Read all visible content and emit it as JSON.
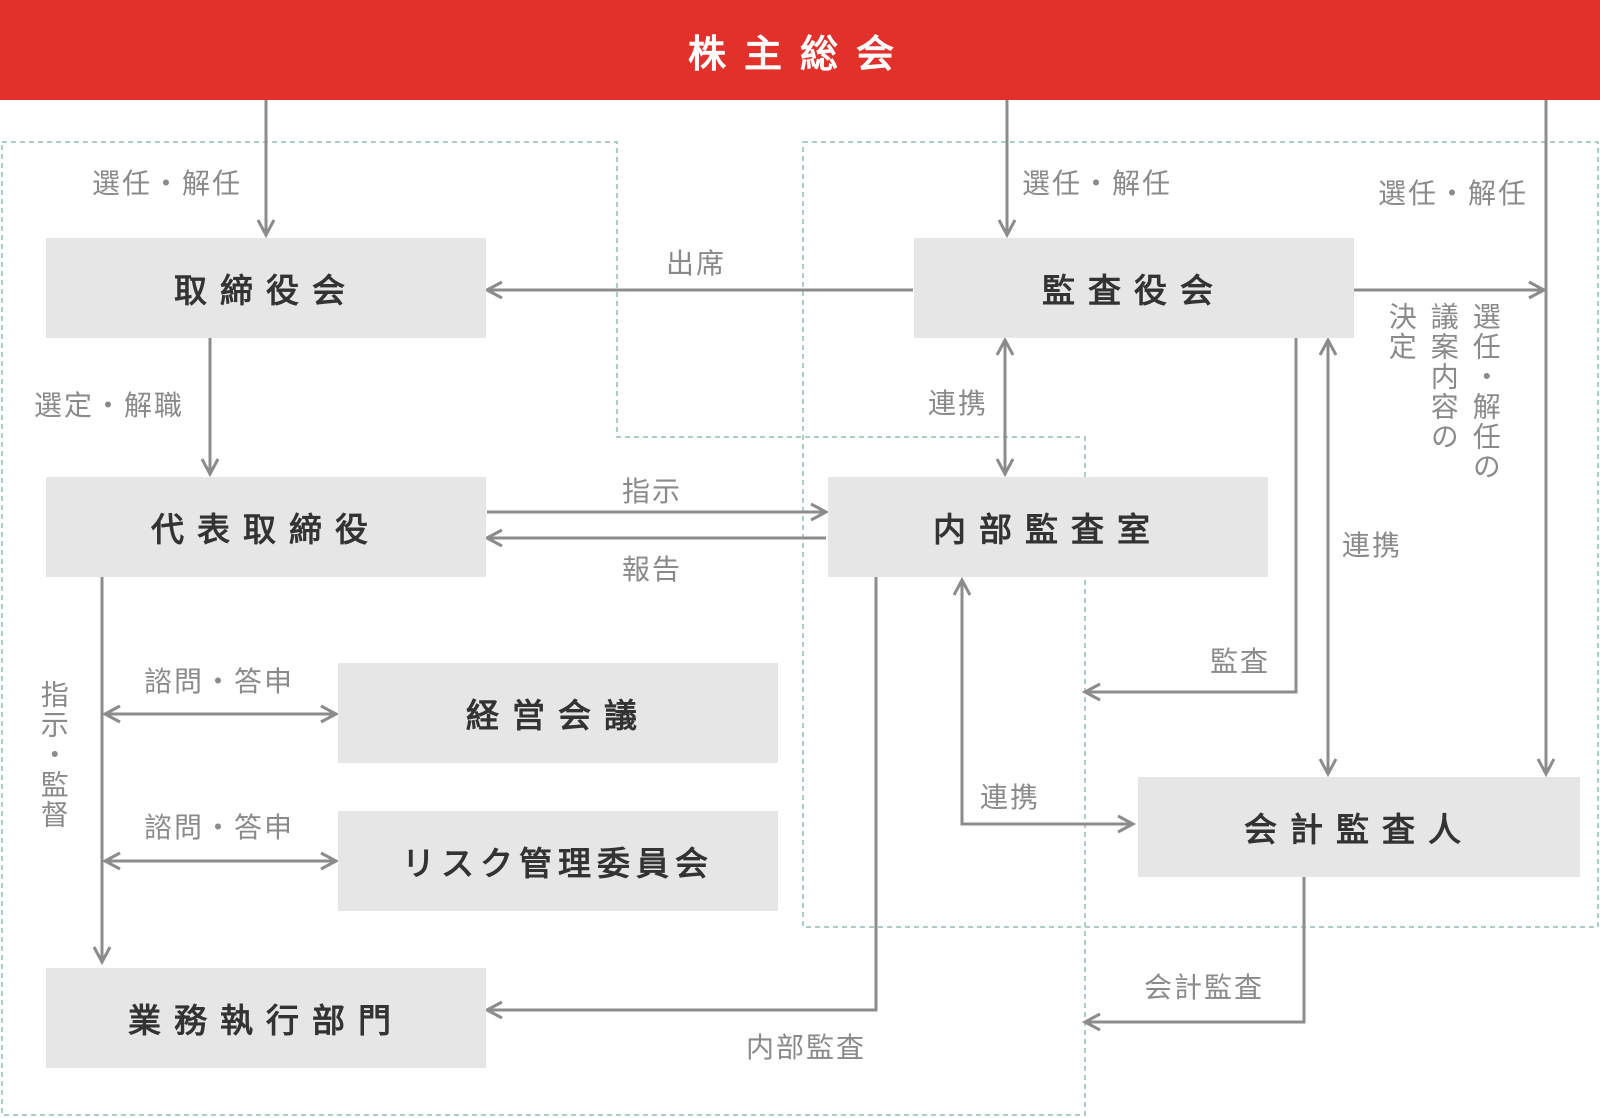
{
  "header": {
    "title": "株主総会"
  },
  "boxes": {
    "board": "取締役会",
    "audit_board": "監査役会",
    "representative": "代表取締役",
    "internal_audit": "内部監査室",
    "management_meeting": "経営会議",
    "risk_committee": "リスク管理委員会",
    "accounting_auditor": "会計監査人",
    "business_division": "業務執行部門"
  },
  "labels": {
    "elect_dismiss_board": "選任・解任",
    "elect_dismiss_audit": "選任・解任",
    "elect_dismiss_accounting": "選任・解任",
    "attendance": "出席",
    "select_dismiss": "選定・解職",
    "coordination_audit_internal": "連携",
    "instruction": "指示",
    "report": "報告",
    "consult_mgmt": "諮問・答申",
    "consult_risk": "諮問・答申",
    "instruct_supervise": "指示・監督",
    "audit": "監査",
    "coordination_accounting": "連携",
    "coordination_internal_accounting": "連携",
    "agenda_col1": "選任・解任の",
    "agenda_col2": "議案内容の",
    "agenda_col3": "決定",
    "accounting_audit": "会計監査",
    "internal_audit_label": "内部監査"
  },
  "colors": {
    "header": "#e2312b",
    "box": "#e6e6e6",
    "line": "#8c8c8c",
    "dashed": "#8fbfb0"
  }
}
